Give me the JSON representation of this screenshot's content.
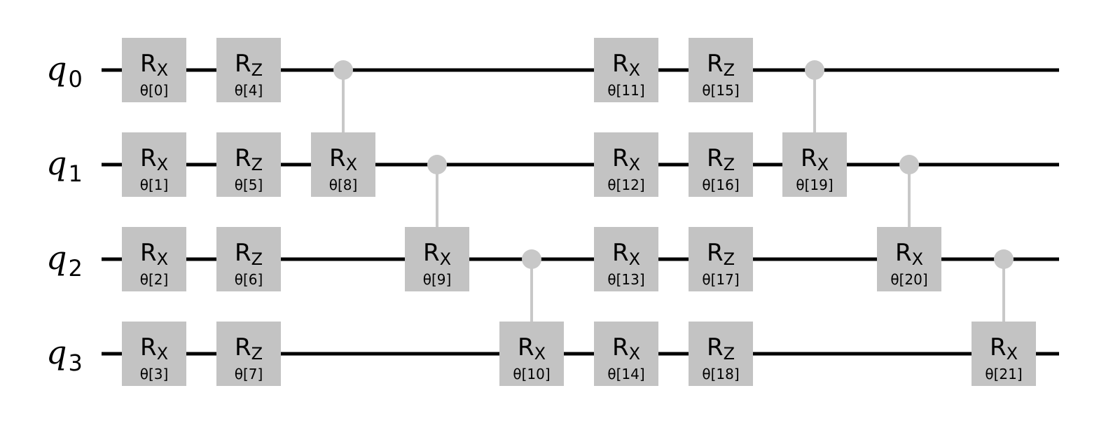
{
  "circuit": {
    "qubits": [
      {
        "name": "q",
        "index": "0"
      },
      {
        "name": "q",
        "index": "1"
      },
      {
        "name": "q",
        "index": "2"
      },
      {
        "name": "q",
        "index": "3"
      }
    ],
    "gate_color": "#c3c3c3",
    "control_color": "#c8c8c8",
    "wire_color": "#000000",
    "gates": [
      {
        "op": "R",
        "axis": "X",
        "param": "θ[0]",
        "qubit": 0,
        "column": 0
      },
      {
        "op": "R",
        "axis": "X",
        "param": "θ[1]",
        "qubit": 1,
        "column": 0
      },
      {
        "op": "R",
        "axis": "X",
        "param": "θ[2]",
        "qubit": 2,
        "column": 0
      },
      {
        "op": "R",
        "axis": "X",
        "param": "θ[3]",
        "qubit": 3,
        "column": 0
      },
      {
        "op": "R",
        "axis": "Z",
        "param": "θ[4]",
        "qubit": 0,
        "column": 1
      },
      {
        "op": "R",
        "axis": "Z",
        "param": "θ[5]",
        "qubit": 1,
        "column": 1
      },
      {
        "op": "R",
        "axis": "Z",
        "param": "θ[6]",
        "qubit": 2,
        "column": 1
      },
      {
        "op": "R",
        "axis": "Z",
        "param": "θ[7]",
        "qubit": 3,
        "column": 1
      },
      {
        "op": "R",
        "axis": "X",
        "param": "θ[8]",
        "qubit": 1,
        "column": 2,
        "control": 0
      },
      {
        "op": "R",
        "axis": "X",
        "param": "θ[9]",
        "qubit": 2,
        "column": 3,
        "control": 1
      },
      {
        "op": "R",
        "axis": "X",
        "param": "θ[10]",
        "qubit": 3,
        "column": 4,
        "control": 2
      },
      {
        "op": "R",
        "axis": "X",
        "param": "θ[11]",
        "qubit": 0,
        "column": 5
      },
      {
        "op": "R",
        "axis": "X",
        "param": "θ[12]",
        "qubit": 1,
        "column": 5
      },
      {
        "op": "R",
        "axis": "X",
        "param": "θ[13]",
        "qubit": 2,
        "column": 5
      },
      {
        "op": "R",
        "axis": "X",
        "param": "θ[14]",
        "qubit": 3,
        "column": 5
      },
      {
        "op": "R",
        "axis": "Z",
        "param": "θ[15]",
        "qubit": 0,
        "column": 6
      },
      {
        "op": "R",
        "axis": "Z",
        "param": "θ[16]",
        "qubit": 1,
        "column": 6
      },
      {
        "op": "R",
        "axis": "Z",
        "param": "θ[17]",
        "qubit": 2,
        "column": 6
      },
      {
        "op": "R",
        "axis": "Z",
        "param": "θ[18]",
        "qubit": 3,
        "column": 6
      },
      {
        "op": "R",
        "axis": "X",
        "param": "θ[19]",
        "qubit": 1,
        "column": 7,
        "control": 0
      },
      {
        "op": "R",
        "axis": "X",
        "param": "θ[20]",
        "qubit": 2,
        "column": 8,
        "control": 1
      },
      {
        "op": "R",
        "axis": "X",
        "param": "θ[21]",
        "qubit": 3,
        "column": 9,
        "control": 2
      }
    ]
  }
}
